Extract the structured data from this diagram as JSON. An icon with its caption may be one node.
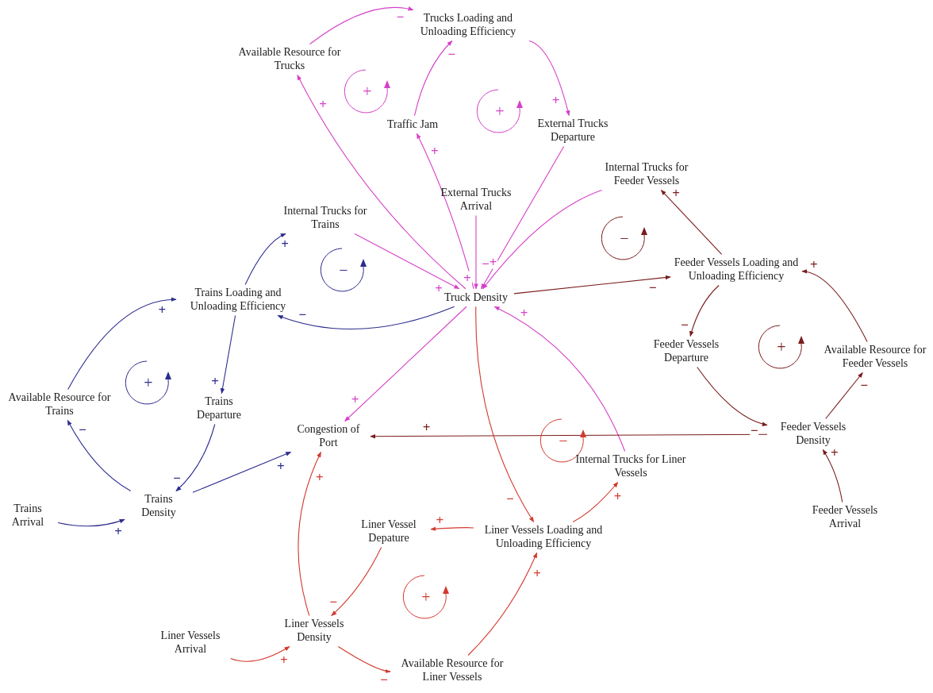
{
  "diagram": {
    "nodes": [
      {
        "text": [
          "Trucks Loading and Unloading Efficiency"
        ]
      },
      {
        "text": [
          "Available Resource for Trucks"
        ]
      },
      {
        "text": [
          "Traffic Jam"
        ]
      },
      {
        "text": [
          "External Trucks Departure"
        ]
      },
      {
        "text": [
          "Internal Trucks for Feeder Vessels"
        ]
      },
      {
        "text": [
          "External Trucks Arrival"
        ]
      },
      {
        "text": [
          "Internal Trucks for Trains"
        ]
      },
      {
        "text": [
          "Trains Loading and Unloading Efficiency"
        ]
      },
      {
        "text": [
          "Truck Density"
        ]
      },
      {
        "text": [
          "Feeder Vessels Loading and Unloading Efficiency"
        ]
      },
      {
        "text": [
          "Feeder Vessels Departure"
        ]
      },
      {
        "text": [
          "Available Resource for Feeder Vessels"
        ]
      },
      {
        "text": [
          "Available Resource for Trains"
        ]
      },
      {
        "text": [
          "Trains Departure"
        ]
      },
      {
        "text": [
          "Congestion of Port"
        ]
      },
      {
        "text": [
          "Feeder Vessels Density"
        ]
      },
      {
        "text": [
          "Internal Trucks for Liner Vessels"
        ]
      },
      {
        "text": [
          "Trains Arrival"
        ]
      },
      {
        "text": [
          "Trains Density"
        ]
      },
      {
        "text": [
          "Liner Vessels Loading and Unloading Efficiency"
        ]
      },
      {
        "text": [
          "Liner Vessel Depature"
        ]
      },
      {
        "text": [
          "Feeder Vessels Arrival"
        ]
      },
      {
        "text": [
          "Liner Vessels Density"
        ]
      },
      {
        "text": [
          "Liner Vessels Arrival"
        ]
      },
      {
        "text": [
          "Available Resource for Liner Vessels"
        ]
      }
    ],
    "edges": [
      {
        "from": 1,
        "to": 0,
        "arrow": "to",
        "label": "−"
      },
      {
        "from": 0,
        "to": 3,
        "arrow": "to",
        "label": "+"
      },
      {
        "from": 2,
        "to": 0,
        "arrow": "to",
        "label": "−"
      },
      {
        "from": 8,
        "to": 2,
        "arrow": "to",
        "label": "+"
      },
      {
        "from": 8,
        "to": 1,
        "arrow": "to",
        "label": "+"
      },
      {
        "from": 6,
        "to": 8,
        "arrow": "to",
        "label": "+"
      },
      {
        "from": 5,
        "to": 8,
        "arrow": "to",
        "label": "+"
      },
      {
        "from": 3,
        "to": 8,
        "arrow": "to",
        "label": "−"
      },
      {
        "from": 4,
        "to": 8,
        "arrow": "to",
        "label": "+"
      },
      {
        "from": 8,
        "to": 14,
        "arrow": "to",
        "label": "+"
      },
      {
        "from": 16,
        "to": 8,
        "arrow": "to",
        "label": "+"
      },
      {
        "from": 8,
        "to": 7,
        "arrow": "to",
        "label": "−",
        "color": "#2b2b8f"
      },
      {
        "from": 7,
        "to": 6,
        "arrow": "to",
        "label": "+",
        "color": "#2b2b8f"
      },
      {
        "from": 12,
        "to": 7,
        "arrow": "to",
        "label": "+",
        "color": "#2b2b8f"
      },
      {
        "from": 7,
        "to": 13,
        "arrow": "to",
        "label": "+",
        "color": "#2b2b8f"
      },
      {
        "from": 13,
        "to": 18,
        "arrow": "to",
        "label": "−",
        "color": "#2b2b8f"
      },
      {
        "from": 18,
        "to": 12,
        "arrow": "to",
        "label": "−",
        "color": "#2b2b8f"
      },
      {
        "from": 17,
        "to": 18,
        "arrow": "to",
        "label": "+",
        "color": "#2b2b8f"
      },
      {
        "from": 18,
        "to": 14,
        "arrow": "to",
        "label": "+",
        "color": "#2b2b8f"
      },
      {
        "from": 8,
        "to": 9,
        "arrow": "to",
        "label": "−",
        "color": "#7a1c1c"
      },
      {
        "from": 9,
        "to": 4,
        "arrow": "to",
        "label": "+",
        "color": "#7a1c1c"
      },
      {
        "from": 9,
        "to": 10,
        "arrow": "to",
        "label": "−",
        "color": "#7a1c1c"
      },
      {
        "from": 11,
        "to": 9,
        "arrow": "to",
        "label": "+",
        "color": "#7a1c1c"
      },
      {
        "from": 10,
        "to": 15,
        "arrow": "to",
        "label": "−",
        "color": "#7a1c1c"
      },
      {
        "from": 15,
        "to": 11,
        "arrow": "to",
        "label": "−",
        "color": "#7a1c1c"
      },
      {
        "from": 21,
        "to": 15,
        "arrow": "to",
        "label": "+",
        "color": "#7a1c1c"
      },
      {
        "from": 15,
        "to": 14,
        "arrow": "to",
        "label": "+",
        "color": "#7a1c1c"
      },
      {
        "from": 8,
        "to": 19,
        "arrow": "to",
        "label": "−",
        "color": "#d23a2e"
      },
      {
        "from": 19,
        "to": 16,
        "arrow": "to",
        "label": "+",
        "color": "#d23a2e"
      },
      {
        "from": 19,
        "to": 20,
        "arrow": "to",
        "label": "+",
        "color": "#d23a2e"
      },
      {
        "from": 20,
        "to": 22,
        "arrow": "to",
        "label": "−",
        "color": "#d23a2e"
      },
      {
        "from": 22,
        "to": 14,
        "arrow": "to",
        "label": "+",
        "color": "#d23a2e"
      },
      {
        "from": 23,
        "to": 22,
        "arrow": "to",
        "label": "+",
        "color": "#d23a2e"
      },
      {
        "from": 22,
        "to": 24,
        "arrow": "to",
        "label": "−",
        "color": "#d23a2e"
      },
      {
        "from": 24,
        "to": 19,
        "arrow": "to",
        "label": "+",
        "color": "#d23a2e"
      }
    ],
    "labels": [
      "+",
      "+",
      "−",
      "−",
      "+",
      "+",
      "−",
      "+"
    ]
  }
}
